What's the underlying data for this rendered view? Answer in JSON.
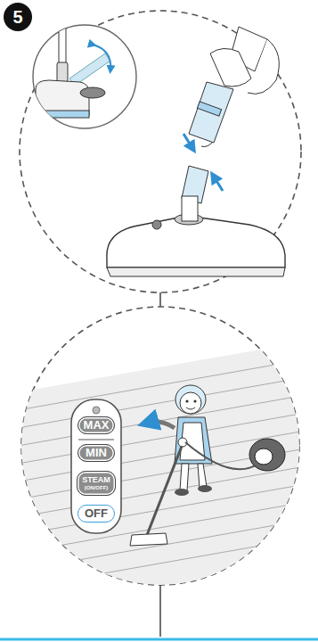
{
  "diagram": {
    "nodes": [
      {
        "text": [
          "MAX"
        ]
      },
      {
        "text": [
          "MIN"
        ]
      },
      {
        "text": [
          "STEAM",
          "(ON/OFF)"
        ]
      },
      {
        "text": [
          "OFF"
        ]
      }
    ],
    "labels": [
      "5"
    ]
  }
}
